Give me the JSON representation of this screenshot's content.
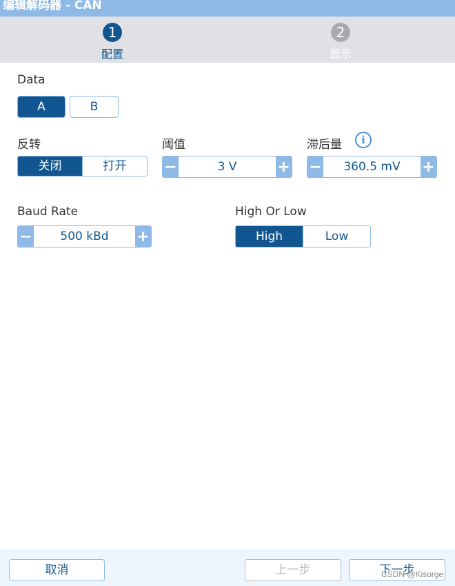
{
  "window": {
    "title": "编辑解码器 - CAN"
  },
  "steps": [
    {
      "number": "1",
      "label": "配置",
      "active": true
    },
    {
      "number": "2",
      "label": "显示",
      "active": false
    }
  ],
  "data_field": {
    "label": "Data",
    "options": [
      "A",
      "B"
    ],
    "selected": "A"
  },
  "invert": {
    "label": "反转",
    "options": [
      "关闭",
      "打开"
    ],
    "selected": "关闭"
  },
  "threshold": {
    "label": "阈值",
    "value": "3 V"
  },
  "hysteresis": {
    "label": "滞后量",
    "value": "360.5 mV",
    "info_icon": "info-icon"
  },
  "baud_rate": {
    "label": "Baud Rate",
    "value": "500 kBd"
  },
  "high_or_low": {
    "label": "High Or Low",
    "options": [
      "High",
      "Low"
    ],
    "selected": "High"
  },
  "footer": {
    "cancel": "取消",
    "prev": "上一步",
    "next": "下一步"
  },
  "watermark": "CSDN @Kisorge",
  "colors": {
    "primary": "#115690",
    "accent": "#8fb9e6",
    "titlebar": "#8fb9e6",
    "stepbar": "#dfe1e4",
    "footer": "#edf5fd"
  }
}
